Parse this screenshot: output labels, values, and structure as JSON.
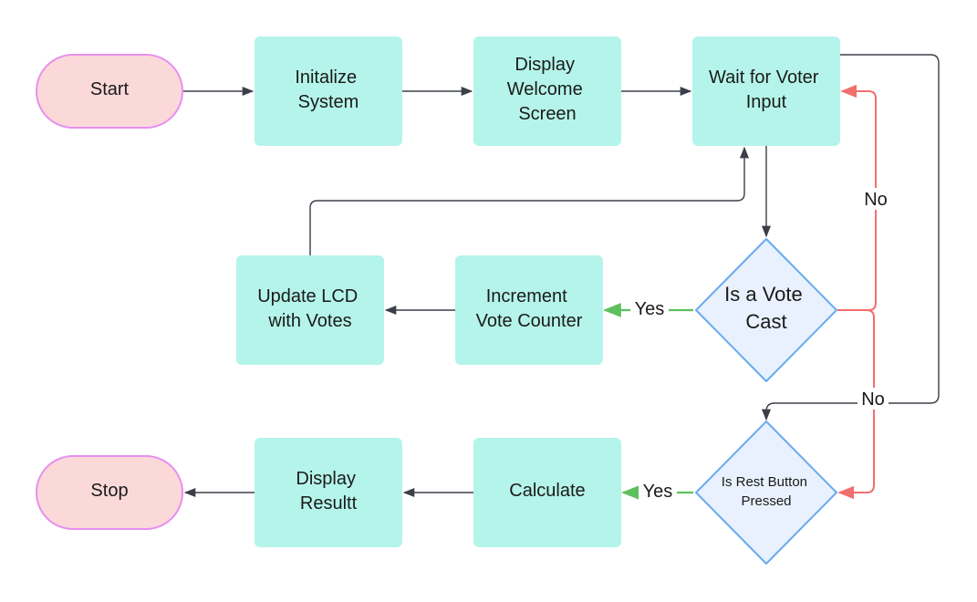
{
  "nodes": {
    "start": {
      "lines": [
        "Start"
      ]
    },
    "init": {
      "lines": [
        "Initalize",
        "System"
      ]
    },
    "welcome": {
      "lines": [
        "Display",
        "Welcome",
        "Screen"
      ]
    },
    "wait": {
      "lines": [
        "Wait for Voter",
        "Input"
      ]
    },
    "vote_cast": {
      "lines": [
        "Is a Vote",
        "Cast"
      ]
    },
    "increment": {
      "lines": [
        "Increment",
        "Vote Counter"
      ]
    },
    "update_lcd": {
      "lines": [
        "Update LCD",
        "with Votes"
      ]
    },
    "reset_pressed": {
      "lines": [
        "Is Rest Button",
        "Pressed"
      ]
    },
    "calculate": {
      "lines": [
        "Calculate"
      ]
    },
    "display_result": {
      "lines": [
        "Display",
        "Resultt"
      ]
    },
    "stop": {
      "lines": [
        "Stop"
      ]
    }
  },
  "edge_labels": {
    "vote_yes": "Yes",
    "vote_no": "No",
    "reset_yes": "Yes",
    "reset_no": "No"
  },
  "colors": {
    "terminal_fill": "#fcd9d9",
    "terminal_stroke": "#e68ff0",
    "process_fill": "#b5f4ea",
    "decision_fill": "#e8f1fd",
    "decision_stroke": "#6aabf0",
    "connector": "#3c3f4a",
    "yes_edge": "#5cc15c",
    "no_edge": "#f36e6e"
  }
}
